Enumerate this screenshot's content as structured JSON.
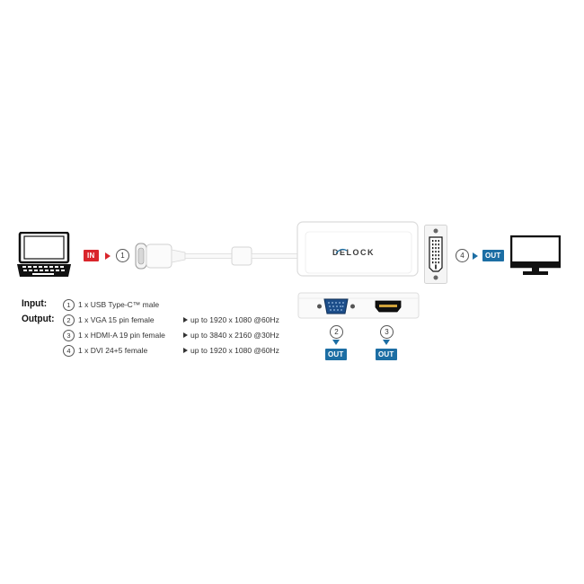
{
  "brand": "DELOCK",
  "badges": {
    "in": "IN",
    "out": "OUT"
  },
  "markers": {
    "input": "1",
    "vga": "2",
    "hdmi": "3",
    "dvi": "4"
  },
  "specs": {
    "input_label": "Input:",
    "output_label": "Output:",
    "rows": [
      {
        "num": "1",
        "desc": "1 x USB Type-C™ male",
        "res": ""
      },
      {
        "num": "2",
        "desc": "1 x VGA 15 pin female",
        "res": "up to 1920 x 1080 @60Hz"
      },
      {
        "num": "3",
        "desc": "1 x HDMI-A 19 pin female",
        "res": "up to 3840 x 2160 @30Hz"
      },
      {
        "num": "4",
        "desc": "1 x DVI 24+5 female",
        "res": "up to 1920 x 1080 @60Hz"
      }
    ]
  },
  "colors": {
    "in_badge": "#d9252b",
    "out_badge": "#1c6ea4",
    "arrow_in": "#d9252b",
    "arrow_out": "#1c6ea4"
  }
}
